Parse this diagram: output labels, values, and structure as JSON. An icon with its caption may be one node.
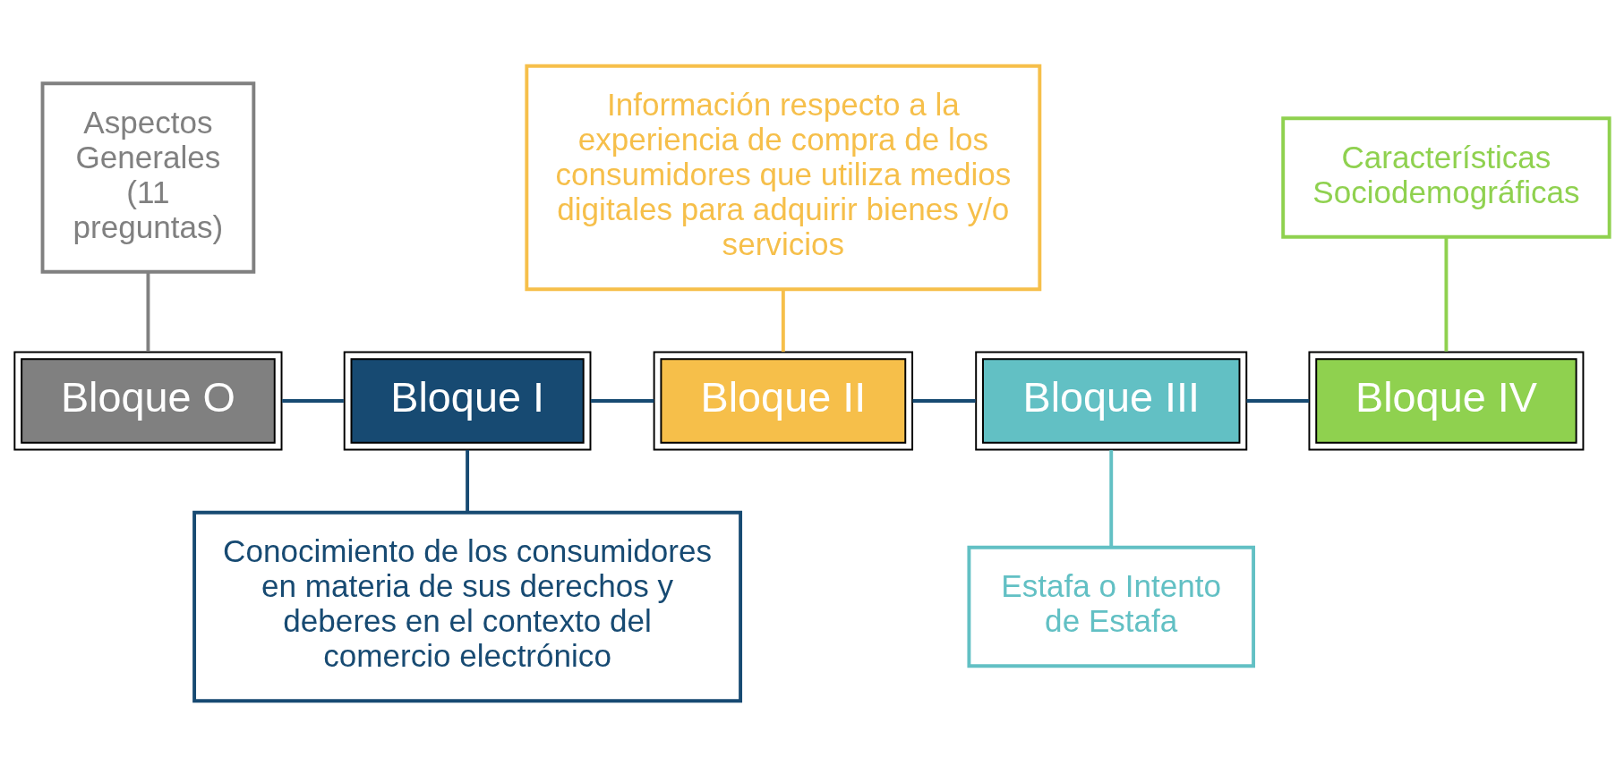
{
  "diagram": {
    "nodes": [
      {
        "text": [
          "Aspectos Generales (11 preguntas)"
        ]
      },
      {
        "text": [
          "Información respecto a la experiencia de compra de los consumidores que utiliza medios digitales para adquirir bienes y/o servicios"
        ]
      },
      {
        "text": [
          "Características Sociodemográficas"
        ]
      },
      {
        "text": [
          "Bloque O"
        ]
      },
      {
        "text": [
          "Bloque I"
        ]
      },
      {
        "text": [
          "Bloque II"
        ]
      },
      {
        "text": [
          "Bloque III"
        ]
      },
      {
        "text": [
          "Bloque IV"
        ]
      },
      {
        "text": [
          "Conocimiento de los consumidores en materia de sus derechos y deberes en el contexto del comercio electrónico"
        ]
      },
      {
        "text": [
          "Estafa o Intento de Estafa"
        ]
      }
    ],
    "edges": [
      {
        "from": 0,
        "to": 3,
        "arrow": "none",
        "color": "#808080"
      },
      {
        "from": 1,
        "to": 5,
        "arrow": "none",
        "color": "#f6bf4a"
      },
      {
        "from": 2,
        "to": 7,
        "arrow": "none",
        "color": "#8fd14f"
      },
      {
        "from": 3,
        "to": 4,
        "arrow": "none"
      },
      {
        "from": 4,
        "to": 5,
        "arrow": "none"
      },
      {
        "from": 5,
        "to": 6,
        "arrow": "none"
      },
      {
        "from": 6,
        "to": 7,
        "arrow": "none"
      },
      {
        "from": 4,
        "to": 8,
        "arrow": "none"
      },
      {
        "from": 6,
        "to": 9,
        "arrow": "none",
        "color": "#62c0c4"
      }
    ]
  }
}
